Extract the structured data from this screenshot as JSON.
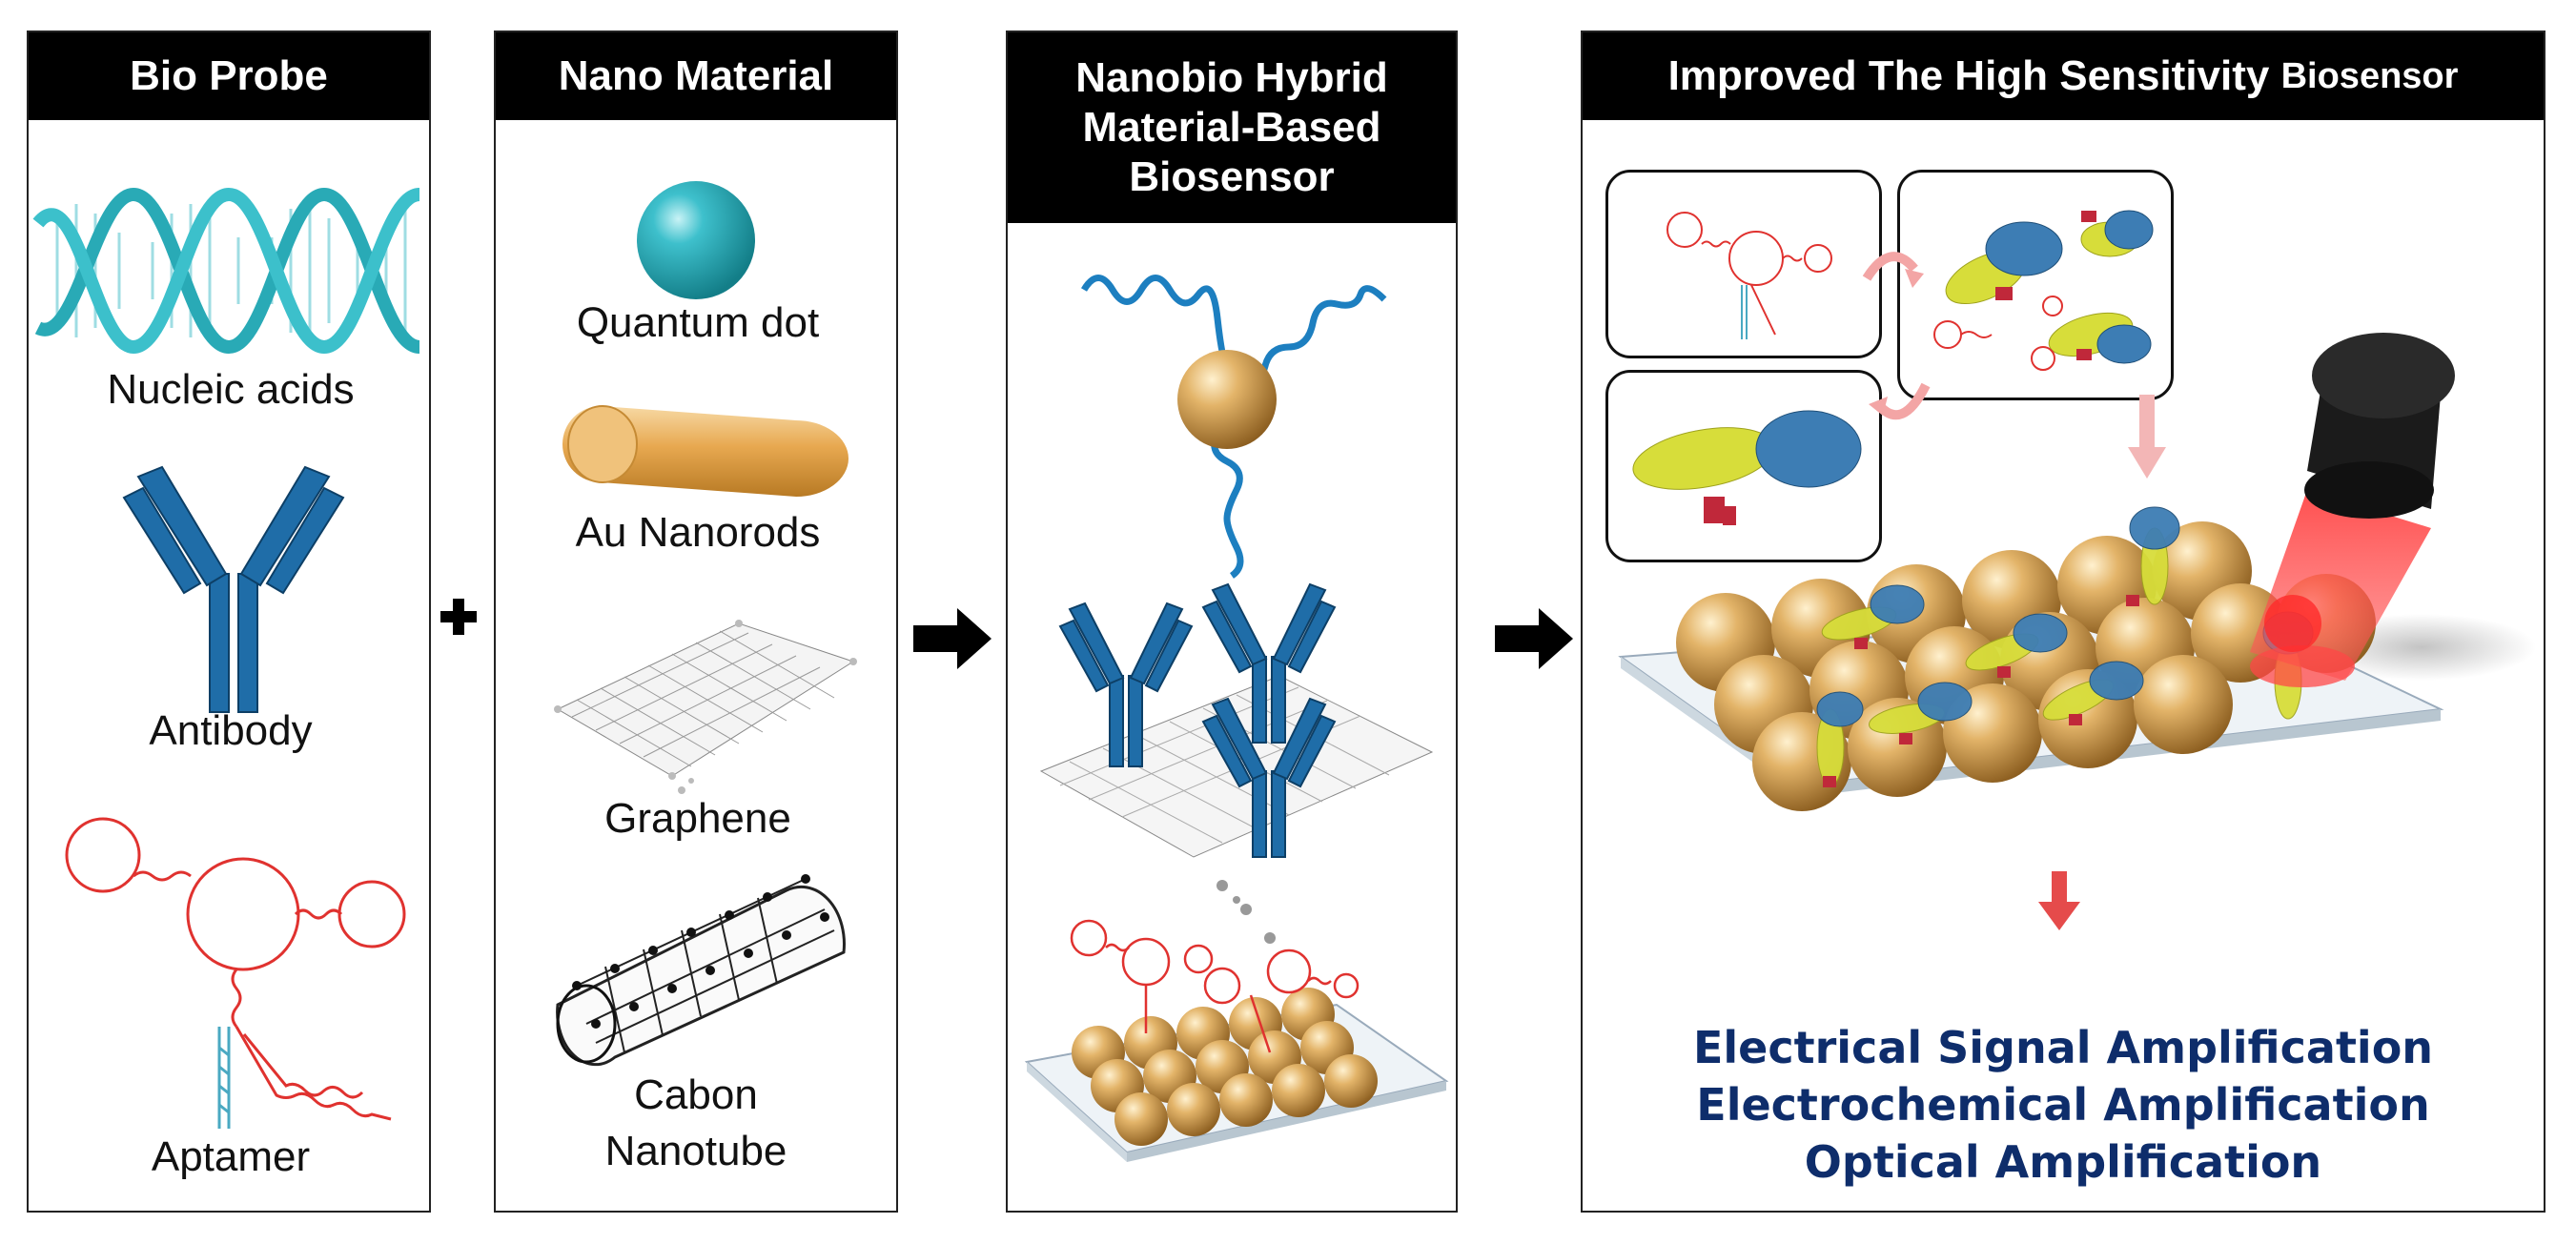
{
  "panels": {
    "bio_probe": {
      "header": "Bio Probe",
      "items": [
        "Nucleic acids",
        "Antibody",
        "Aptamer"
      ]
    },
    "nano_material": {
      "header": "Nano Material",
      "items": [
        "Quantum dot",
        "Au Nanorods",
        "Graphene",
        "Cabon Nanotube"
      ]
    },
    "hybrid": {
      "header": "Nanobio Hybrid Material-Based Biosensor"
    },
    "improved": {
      "header_main": "Improved The High Sensitivity",
      "header_tail": "Biosensor",
      "amplifications": [
        "Electrical Signal Amplification",
        "Electrochemical Amplification",
        "Optical Amplification"
      ]
    }
  },
  "operators": {
    "plus": "+",
    "arrow": "arrow-right-icon"
  },
  "colors": {
    "dna": "#29aab6",
    "antibody": "#1f6da8",
    "aptamer": "#e0322f",
    "gold": "#d9a24f",
    "teal_dot": "#1f9aa5",
    "amp_text": "#0e2d6b"
  }
}
